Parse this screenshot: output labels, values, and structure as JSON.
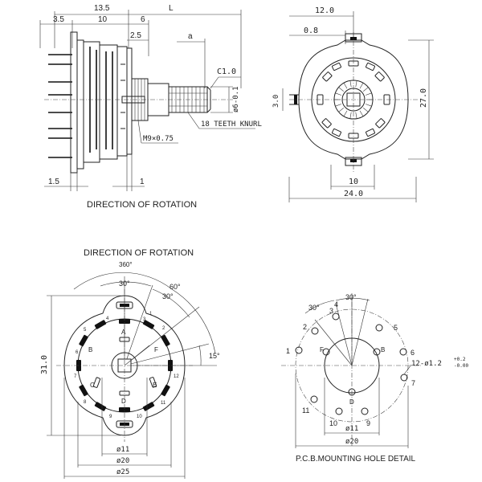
{
  "side_view": {
    "dims": {
      "d13_5": "13.5",
      "d3_5": "3.5",
      "d10": "10",
      "d6": "6",
      "dL": "L",
      "d2_5": "2.5",
      "da": "a",
      "dC1": "C1.0",
      "d18": "18 TEETH KNURL",
      "dM9": "M9×0.75",
      "d1_5": "1.5",
      "d1": "1",
      "shaft_dia": "ø6-0.1"
    },
    "caption": "DIRECTION OF ROTATION"
  },
  "front_view": {
    "dims": {
      "d12": "12.0",
      "d0_8": "0.8",
      "d3": "3.0",
      "d27": "27.0",
      "d10": "10",
      "d24": "24.0"
    }
  },
  "rotation_view": {
    "title": "DIRECTION OF ROTATION",
    "angles": {
      "a360": "360°",
      "a30_top": "30°",
      "a60": "60°",
      "a30_right": "30°",
      "a15": "15°"
    },
    "contacts": [
      "A",
      "B",
      "C",
      "D",
      "E",
      "F"
    ],
    "terminal_numbers": [
      "1",
      "2",
      "3",
      "4",
      "5",
      "6",
      "7",
      "8",
      "9",
      "10",
      "11",
      "12"
    ],
    "dims": {
      "d31": "31.0",
      "d11": "ø11",
      "d20": "ø20",
      "d25": "ø25"
    }
  },
  "pcb_view": {
    "title": "P.C.B.MOUNTING HOLE DETAIL",
    "angles": {
      "a30": "30°",
      "a30b": "30°"
    },
    "hole_numbers": [
      "1",
      "2",
      "3",
      "4",
      "5",
      "6",
      "7",
      "9",
      "10",
      "11"
    ],
    "letters": [
      "F",
      "B",
      "D"
    ],
    "dims": {
      "holes": "12-ø1.2",
      "tol_up": "+0.2",
      "tol_dn": "-0.00",
      "d11": "ø11",
      "d20": "ø20"
    }
  }
}
